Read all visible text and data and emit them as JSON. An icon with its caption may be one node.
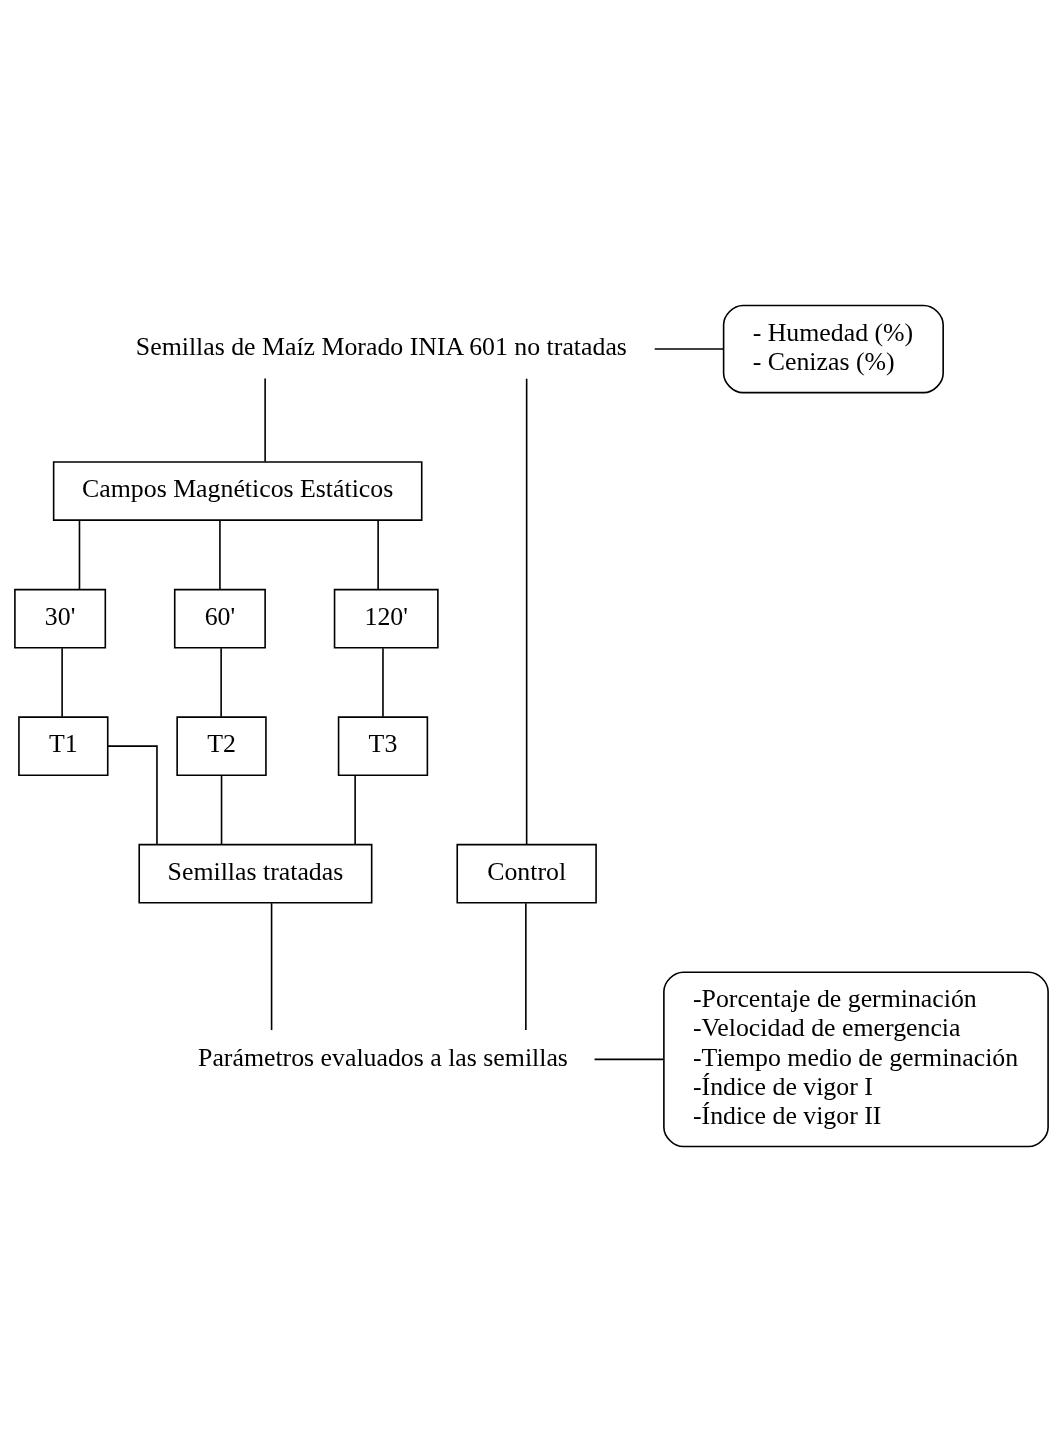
{
  "diagram": {
    "nodes": [
      {
        "text": [
          "Semillas de Maíz Morado INIA 601 no tratadas"
        ]
      },
      {
        "text": [
          "- Humedad (%)",
          "- Cenizas (%)"
        ]
      },
      {
        "text": [
          "Campos Magnéticos Estáticos"
        ]
      },
      {
        "text": [
          "30'"
        ]
      },
      {
        "text": [
          "60'"
        ]
      },
      {
        "text": [
          "120'"
        ]
      },
      {
        "text": [
          "T1"
        ]
      },
      {
        "text": [
          "T2"
        ]
      },
      {
        "text": [
          "T3"
        ]
      },
      {
        "text": [
          "Control"
        ]
      },
      {
        "text": [
          "Semillas tratadas"
        ]
      },
      {
        "text": [
          "Parámetros evaluados a las semillas"
        ]
      },
      {
        "text": [
          "-Porcentaje de germinación",
          "-Velocidad de emergencia",
          "-Tiempo medio de germinación",
          "-Índice de vigor I",
          "-Índice de vigor II"
        ]
      }
    ],
    "edges": [
      {
        "from": 0,
        "to": 1,
        "arrow": "none"
      },
      {
        "from": 0,
        "to": 9,
        "arrow": "none"
      },
      {
        "from": 0,
        "to": 2,
        "arrow": "none"
      },
      {
        "from": 2,
        "to": 3,
        "arrow": "none"
      },
      {
        "from": 2,
        "to": 4,
        "arrow": "none"
      },
      {
        "from": 2,
        "to": 5,
        "arrow": "none"
      },
      {
        "from": 3,
        "to": 6,
        "arrow": "none"
      },
      {
        "from": 4,
        "to": 7,
        "arrow": "none"
      },
      {
        "from": 5,
        "to": 8,
        "arrow": "none"
      },
      {
        "from": 6,
        "to": 10,
        "arrow": "none"
      },
      {
        "from": 7,
        "to": 10,
        "arrow": "none"
      },
      {
        "from": 8,
        "to": 10,
        "arrow": "none"
      },
      {
        "from": 9,
        "to": 11,
        "arrow": "none"
      },
      {
        "from": 10,
        "to": 11,
        "arrow": "none"
      },
      {
        "from": 11,
        "to": 12,
        "arrow": "none"
      }
    ]
  }
}
